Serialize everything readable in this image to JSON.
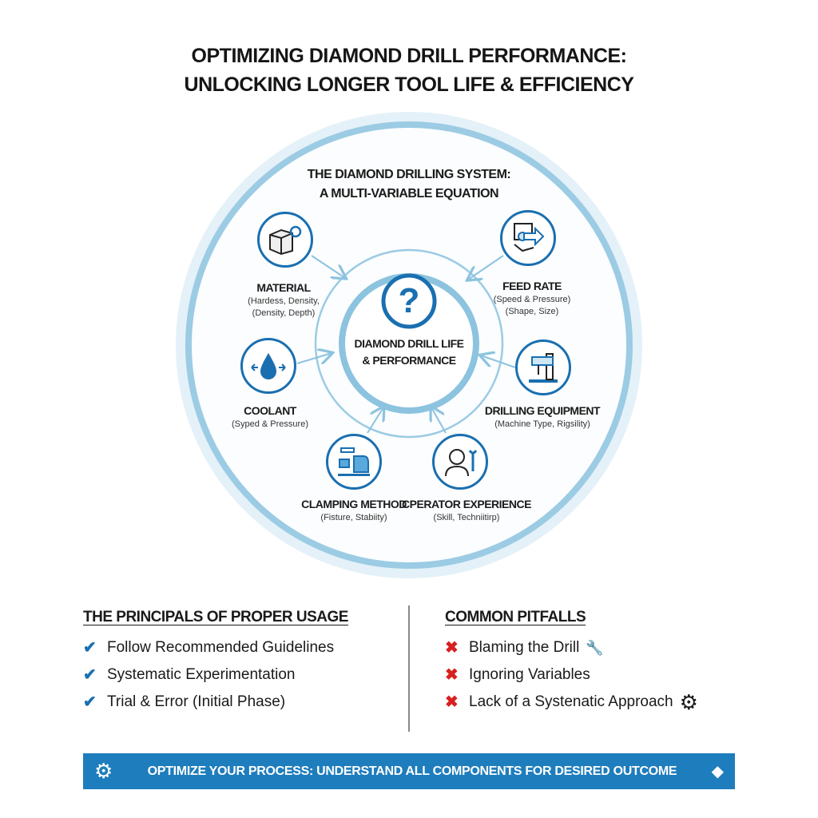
{
  "title": {
    "line1": "OPTIMIZING DIAMOND DRILL PERFORMANCE:",
    "line2": "UNLOCKING LONGER TOOL LIFE & EFFICIENCY"
  },
  "system": {
    "line1": "THE DIAMOND DRILLING SYSTEM:",
    "line2": "A MULTI-VARIABLE EQUATION"
  },
  "center": {
    "icon": "question-mark-icon",
    "symbol": "?",
    "line1": "DIAMOND DRILL LIFE",
    "line2": "& PERFORMANCE"
  },
  "factors": [
    {
      "name": "MATERIAL",
      "detail1": "(Hardess, Density,",
      "detail2": "(Density, Depth)",
      "icon": "material-cube-gear-icon"
    },
    {
      "name": "FEED RATE",
      "detail1": "(Speed & Pressure)",
      "detail2": "(Shape, Size)",
      "icon": "feed-rate-arrow-icon"
    },
    {
      "name": "COOLANT",
      "detail1": "(Syped & Pressure)",
      "icon": "water-drop-icon"
    },
    {
      "name": "DRILLING EQUIPMENT",
      "detail1": "(Machine Type, Rigsility)",
      "icon": "drill-press-icon"
    },
    {
      "name": "CLAMPING METHOD",
      "detail1": "(Fisture, Stabiity)",
      "icon": "clamp-vise-icon"
    },
    {
      "name": "CPERATOR EXPERIENCE",
      "detail1": "(Skill, Techniitirp)",
      "icon": "operator-wrench-icon"
    }
  ],
  "principles": {
    "heading": "THE PRINCIPALS OF PROPER USAGE",
    "items": [
      "Follow Recommended Guidelines",
      "Systematic Experimentation",
      "Trial & Error (Initial Phase)"
    ]
  },
  "pitfalls": {
    "heading": "COMMON PITFALLS",
    "items": [
      "Blaming the Drill",
      "Ignoring Variables",
      "Lack of a Systenatic Approach"
    ]
  },
  "banner": {
    "text": "OPTIMIZE YOUR PROCESS: UNDERSTAND ALL COMPONENTS FOR DESIRED OUTCOME"
  },
  "colors": {
    "accent": "#1a6fb0",
    "ring": "#9ccbe4",
    "banner": "#1e7dbd",
    "cross": "#d82020"
  }
}
